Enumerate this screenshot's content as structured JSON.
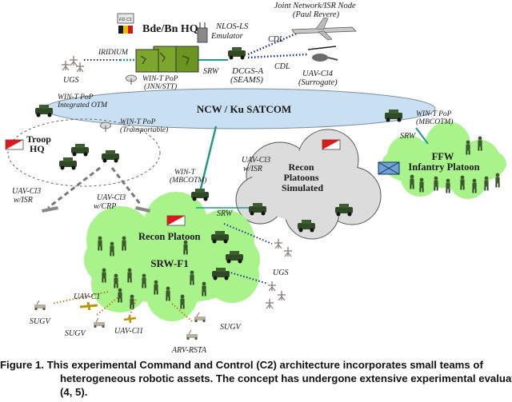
{
  "nodes": {
    "bde_bn_hq": "Bde/Bn HQ",
    "fd_label": "FD C1",
    "nlos_ls": [
      "NLOS-LS",
      "Emulator"
    ],
    "joint_network": [
      "Joint Network/ISR Node",
      "(Paul Revere)"
    ],
    "cdl_top": "CDL",
    "cdl_mid": "CDL",
    "uav_cl4": [
      "UAV-Cl4",
      "(Surrogate)"
    ],
    "iridium": "IRIDIUM",
    "ugs_top": "UGS",
    "srw_top": "SRW",
    "dcgs": [
      "DCGS-A",
      "(SEAMS)"
    ],
    "wint_jnn": [
      "WIN-T PoP",
      "(JNN/STT)"
    ],
    "satcom": "NCW / Ku SATCOM",
    "wint_otm": [
      "WIN-T PoP",
      "Integrated OTM"
    ],
    "wint_transportable": [
      "WIN-T PoP",
      "(Transportable)"
    ],
    "troop_hq": [
      "Troop",
      "HQ"
    ],
    "wint_mbcotm_right": [
      "WIN-T PoP",
      "(MBCOTM)"
    ],
    "srw_right": "SRW",
    "ffw": [
      "FFW",
      "Infantry Platoon"
    ],
    "uav_cl3_recon": [
      "UAV-Cl3",
      "w/ISR"
    ],
    "recon_sim": [
      "Recon",
      "Platoons",
      "Simulated"
    ],
    "uav_cl3_isr": [
      "UAV-Cl3",
      "w/ISR"
    ],
    "uav_cl3_crp": [
      "UAV-Cl3",
      "w/CRP"
    ],
    "wint_mbcotm": [
      "WIN-T",
      "(MBCOTM)"
    ],
    "srw_mid": "SRW",
    "recon_platoon": "Recon Platoon",
    "srw_f1": "SRW-F1",
    "ugs_bottom": "UGS",
    "sugv_left": "SUGV",
    "uav_c1": "UAV-C1",
    "sugv_bottom": "SUGV",
    "uav_cl1": "UAV-Cl1",
    "sugv_right": "SUGV",
    "arv_rsta": "ARV-RSTA"
  },
  "colors": {
    "cloud_blue": "#c9dff2",
    "cloud_green": "#a8f38a",
    "cloud_gray": "#dcdcdc",
    "vehicle_green": "#2f4a25",
    "link_teal": "#1f9a8c",
    "link_blue_dotted": "#1a2f9a",
    "link_orange_dotted": "#c07a1a",
    "link_gray_dashed": "#777777"
  },
  "caption": {
    "line1": "Figure 1. This experimental Command and Control (C2) architecture incorporates small teams of",
    "line2": "heterogeneous robotic assets. The concept has undergone extensive experimental evaluation",
    "line3": "(4, 5)."
  }
}
